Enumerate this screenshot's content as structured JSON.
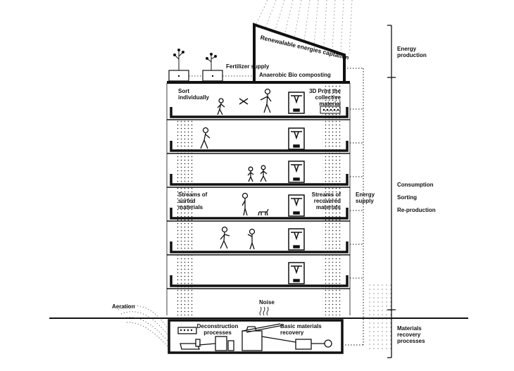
{
  "labels": {
    "renewable": "Renewalable energies captation",
    "fertilizer": "Fertilizer supply",
    "anaerobic": "Anaerobic Bio composting",
    "sort_individually": "Sort individually",
    "print_3d": "3D Print the collective material",
    "streams_sorted": "Streams of sorted materials",
    "streams_recovered": "Streams of recovered materials",
    "energy_supply": "Energy supply",
    "aeration": "Aeration",
    "noise": "Noise",
    "deconstruction": "Deconstruction processes",
    "basic_recovery": "Basic materials recovery"
  },
  "side_labels": {
    "energy_production": "Energy production",
    "consumption": "Consumption",
    "sorting": "Sorting",
    "reproduction": "Re-production",
    "materials_recovery": "Materials recovery processes"
  },
  "colors": {
    "line": "#111111",
    "background": "#ffffff"
  }
}
